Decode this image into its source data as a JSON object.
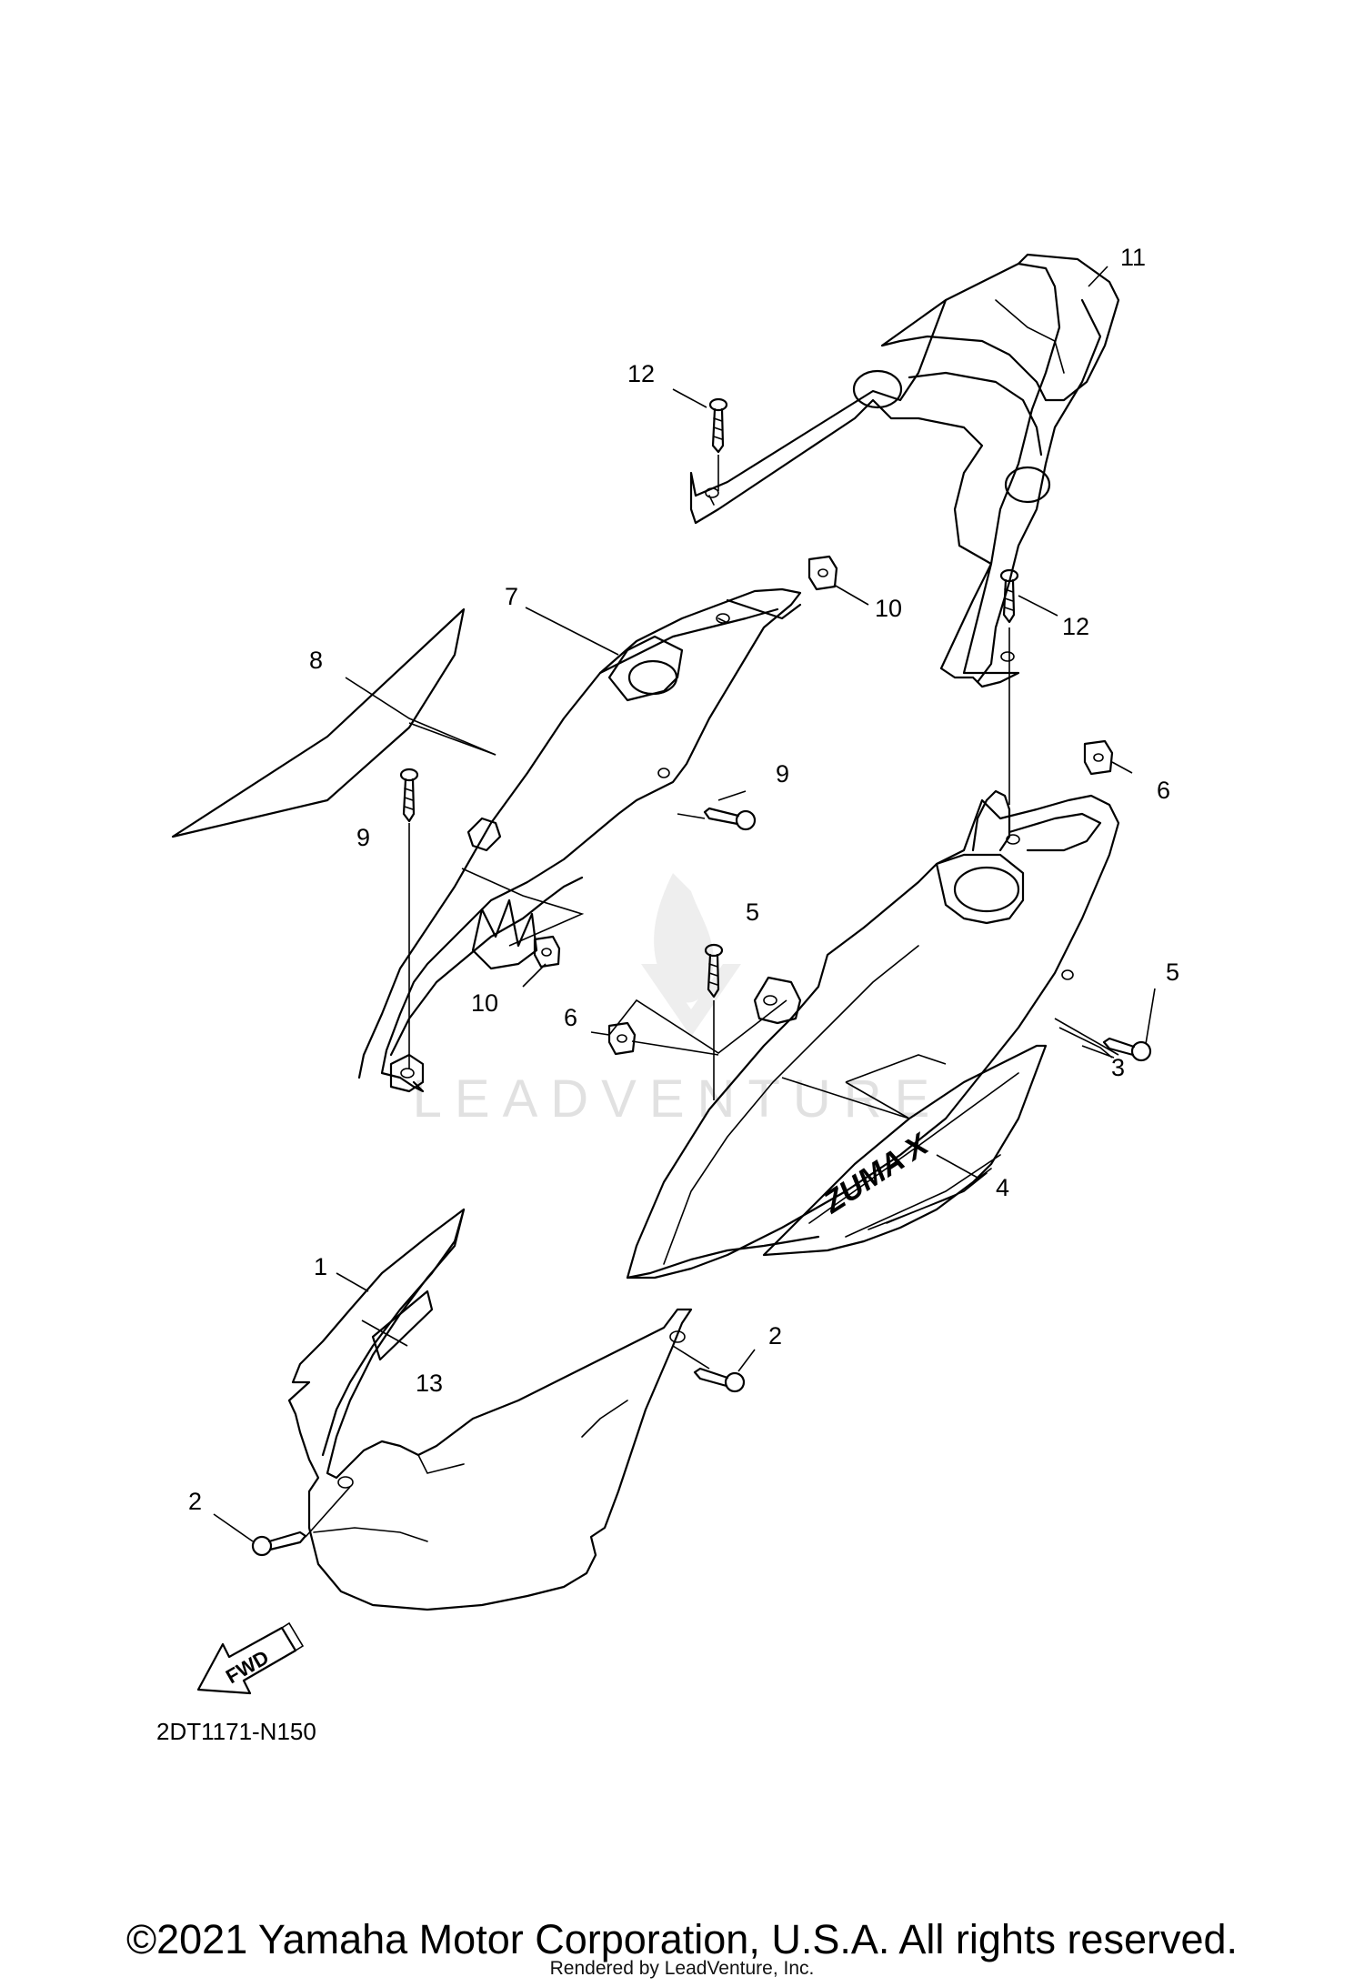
{
  "diagram": {
    "code": "2DT1171-N150",
    "fwd_label": "FWD",
    "watermark": "LEADVENTURE",
    "callouts": {
      "c1": "1",
      "c2a": "2",
      "c2b": "2",
      "c3": "3",
      "c4": "4",
      "c5a": "5",
      "c5b": "5",
      "c6a": "6",
      "c6b": "6",
      "c7": "7",
      "c8": "8",
      "c9a": "9",
      "c9b": "9",
      "c10a": "10",
      "c10b": "10",
      "c11": "11",
      "c12a": "12",
      "c12b": "12",
      "c13": "13"
    },
    "decal_text": "ZUMA X"
  },
  "footer": {
    "copyright": "©2021 Yamaha Motor Corporation, U.S.A. All rights reserved.",
    "rendered_by": "Rendered by LeadVenture, Inc."
  }
}
